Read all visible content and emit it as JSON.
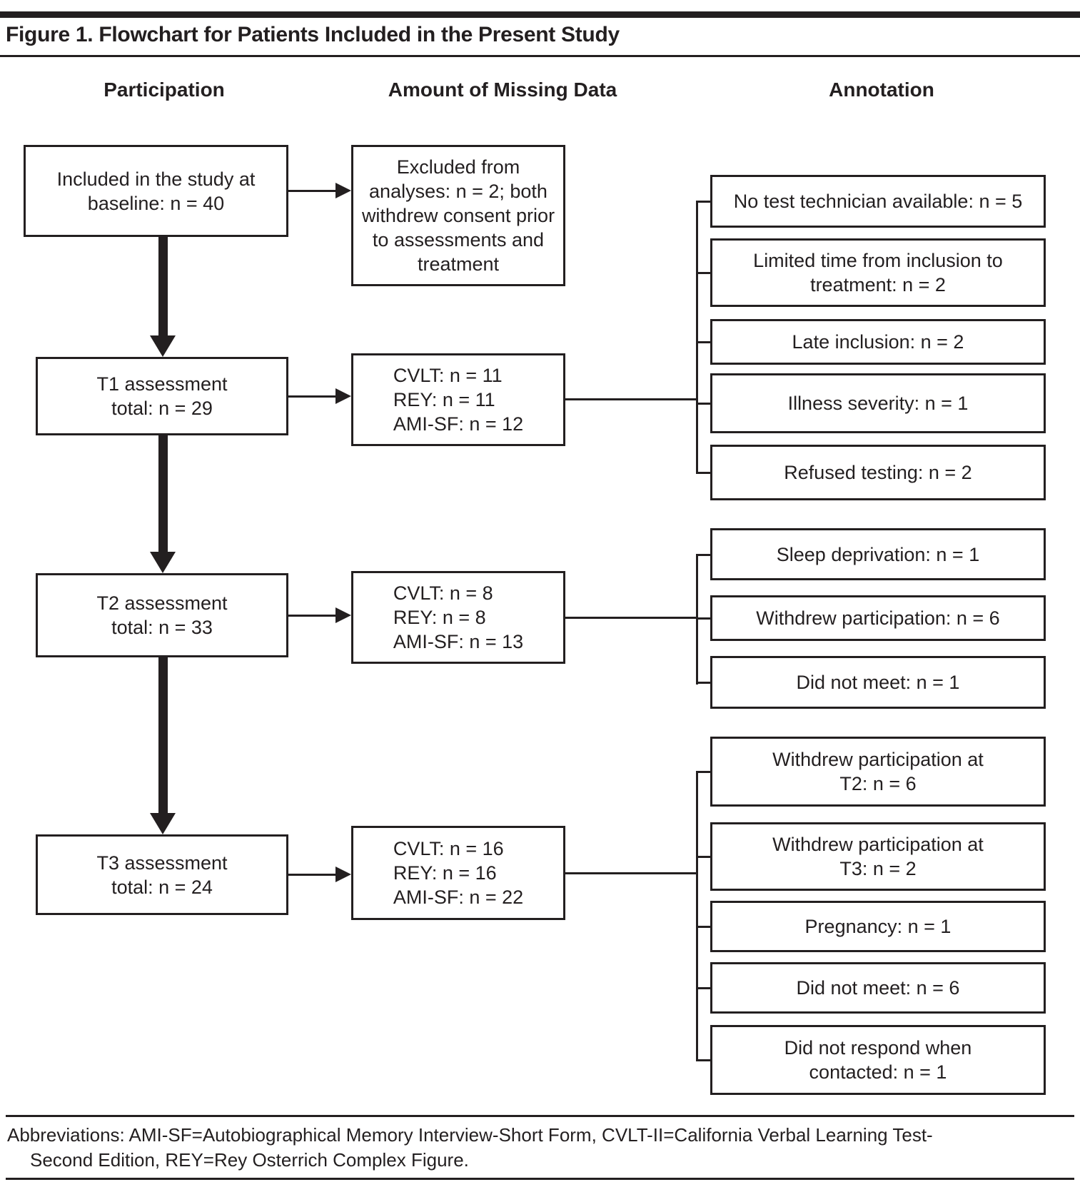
{
  "header": {
    "title": "Figure 1. Flowchart for Patients Included in the Present Study",
    "columns": {
      "participation": "Participation",
      "missing": "Amount of Missing Data",
      "annotation": "Annotation"
    }
  },
  "participation": [
    {
      "line1": "Included in the study at",
      "line2": "baseline: n = 40"
    },
    {
      "line1": "T1 assessment",
      "line2": "total: n = 29"
    },
    {
      "line1": "T2 assessment",
      "line2": "total: n = 33"
    },
    {
      "line1": "T3 assessment",
      "line2": "total: n = 24"
    }
  ],
  "missing_data": {
    "baseline": {
      "lines": [
        "Excluded from",
        "analyses: n = 2; both",
        "withdrew consent prior",
        "to assessments and",
        "treatment"
      ]
    },
    "t1": {
      "lines": [
        "CVLT: n = 11",
        "REY: n = 11",
        "AMI-SF: n = 12"
      ]
    },
    "t2": {
      "lines": [
        "CVLT: n = 8",
        "REY: n = 8",
        "AMI-SF: n = 13"
      ]
    },
    "t3": {
      "lines": [
        "CVLT: n = 16",
        "REY: n = 16",
        "AMI-SF: n = 22"
      ]
    }
  },
  "annotations": {
    "t1": [
      {
        "lines": [
          "No test technician available: n = 5"
        ]
      },
      {
        "lines": [
          "Limited time from inclusion to",
          "treatment: n = 2"
        ]
      },
      {
        "lines": [
          "Late inclusion: n = 2"
        ]
      },
      {
        "lines": [
          "Illness severity: n = 1"
        ]
      },
      {
        "lines": [
          "Refused testing: n = 2"
        ]
      }
    ],
    "t2": [
      {
        "lines": [
          "Sleep deprivation: n = 1"
        ]
      },
      {
        "lines": [
          "Withdrew participation: n = 6"
        ]
      },
      {
        "lines": [
          "Did not meet: n = 1"
        ]
      }
    ],
    "t3": [
      {
        "lines": [
          "Withdrew participation at",
          "T2: n = 6"
        ]
      },
      {
        "lines": [
          "Withdrew participation at",
          "T3: n = 2"
        ]
      },
      {
        "lines": [
          "Pregnancy: n = 1"
        ]
      },
      {
        "lines": [
          "Did not meet: n = 6"
        ]
      },
      {
        "lines": [
          "Did not respond when",
          "contacted: n = 1"
        ]
      }
    ]
  },
  "footer": {
    "line1": "Abbreviations: AMI-SF=Autobiographical Memory Interview-Short Form, CVLT-II=California Verbal Learning Test-",
    "line2": "Second Edition, REY=Rey Osterrich Complex Figure."
  },
  "colors": {
    "ink": "#231f20",
    "background": "#ffffff"
  }
}
